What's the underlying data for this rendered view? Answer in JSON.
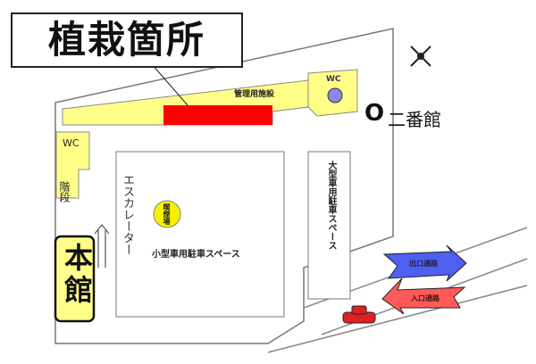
{
  "title": "植栽箇所",
  "labels": {
    "management": "管理用施設",
    "wc_top": "WC",
    "wc_left": "WC",
    "stairs": "階段",
    "escalator": "エスカレーター",
    "smoking": "喫煙場",
    "small_parking": "小型車用駐車スペース",
    "large_parking": "大型車用駐車スペース",
    "main_building": "本館",
    "annex_marker": "O",
    "annex": "二番館",
    "exit": "出口通路",
    "entrance": "入口通路"
  },
  "colors": {
    "zone": "#ffff88",
    "planting": "#ff0000",
    "exit": "#4f5ff0",
    "entrance": "#ff5a5a",
    "smoking": "#f5f000"
  }
}
